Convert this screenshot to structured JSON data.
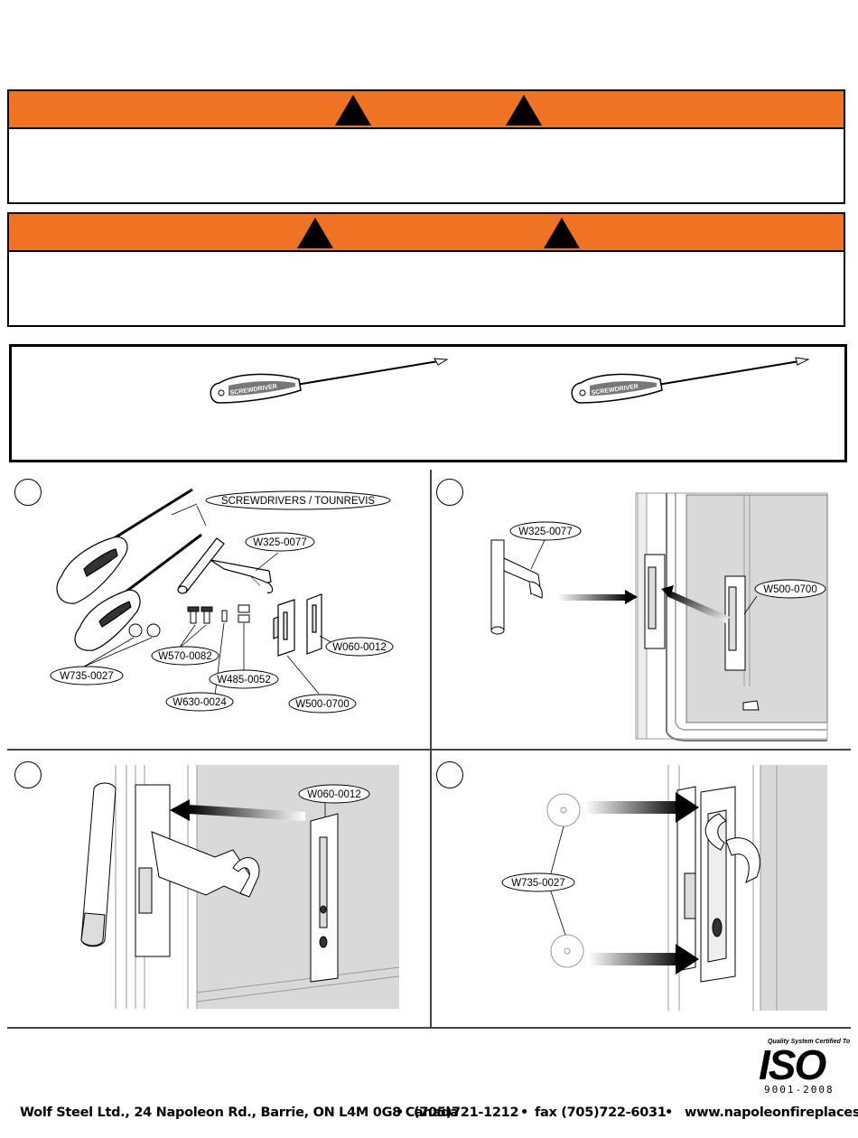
{
  "tools": {
    "screwdriver_brand": "SCREWDRIVER"
  },
  "parts": {
    "screwdrivers": "SCREWDRIVERS / TOUNREVIS",
    "handle": "W325-0077",
    "screws": "W570-0082",
    "washers": "W735-0027",
    "pin": "W630-0024",
    "spacer": "W485-0052",
    "bracket": "W500-0700",
    "strike": "W060-0012"
  },
  "iso": {
    "caption": "Quality System Certified To",
    "mark": "ISO",
    "standard": "9001-2008"
  },
  "footer": {
    "company": "Wolf Steel Ltd., 24 Napoleon Rd., Barrie, ON L4M 0G8 Canada",
    "phone": "(705)721-1212",
    "fax": "fax (705)722-6031",
    "web": "www.napoleonfireplaces.com",
    "separator": "•"
  },
  "colors": {
    "warning_orange": "#f07223",
    "panel_gray": "#d9d9d9"
  }
}
